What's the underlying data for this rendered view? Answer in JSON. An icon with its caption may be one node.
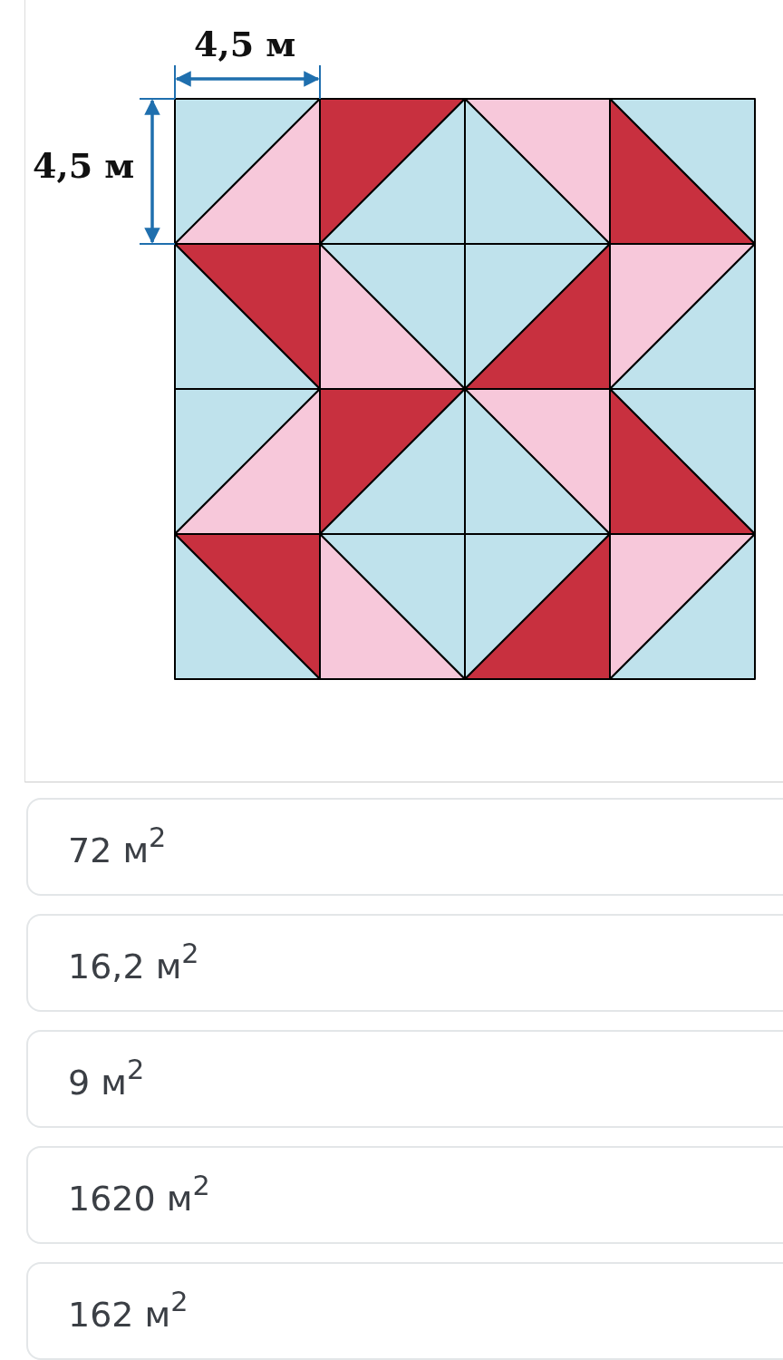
{
  "diagram": {
    "labels": [
      "4,5 м",
      "4,5 м",
      "72 м$^{2}$",
      "16,2 м$^{2}$",
      "9 м$^{2}$",
      "1620 м$^{2}$",
      "162 м$^{2}$"
    ]
  }
}
